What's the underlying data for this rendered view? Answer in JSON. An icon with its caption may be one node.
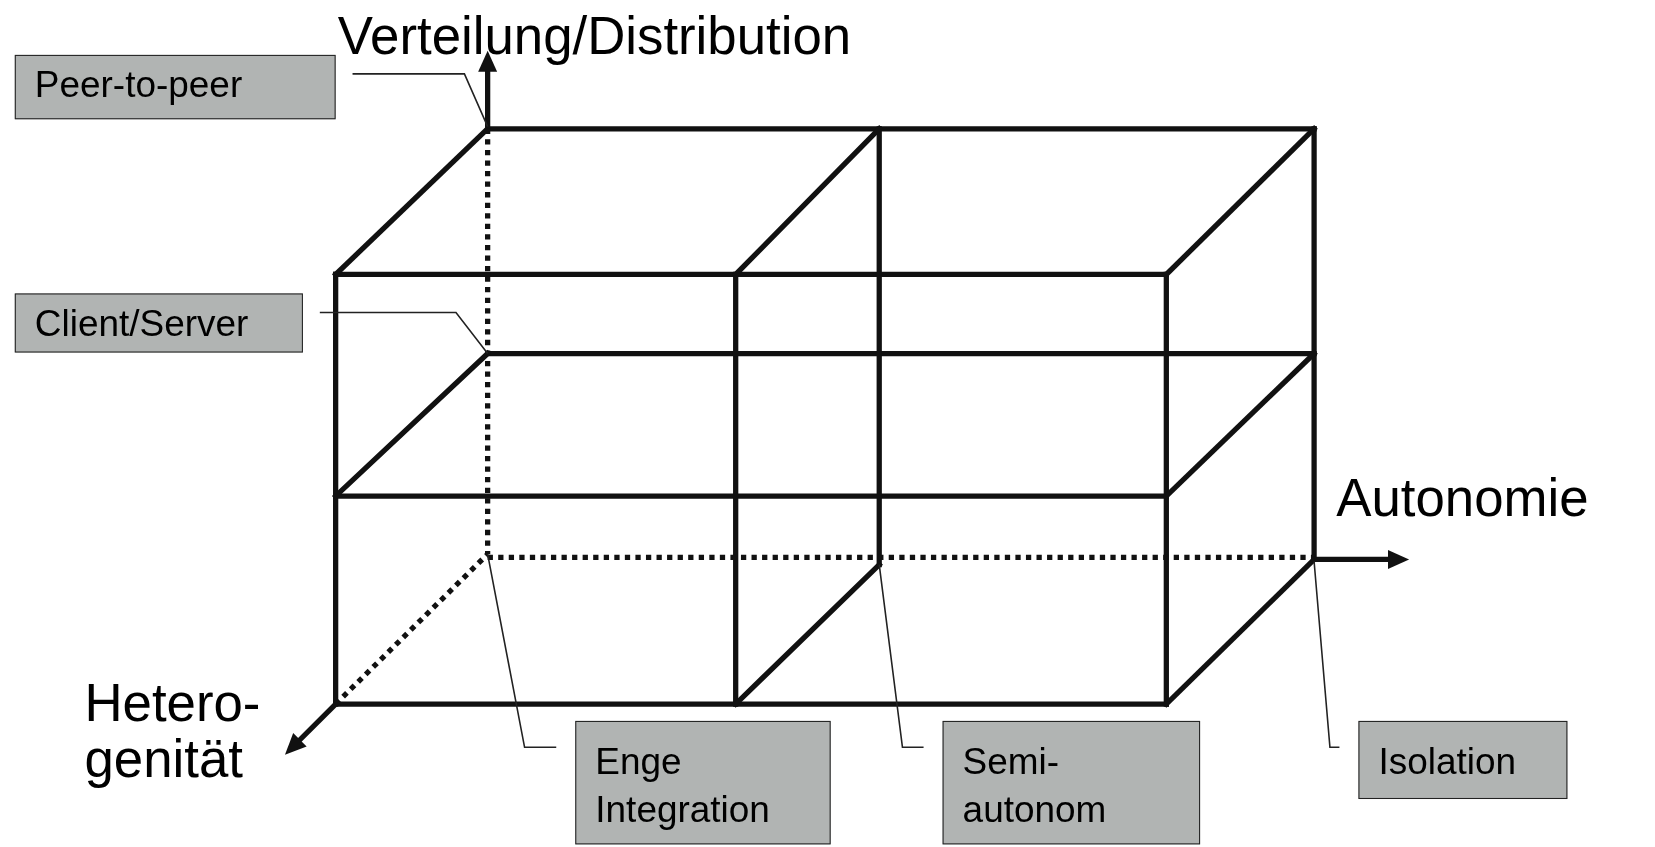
{
  "diagram": {
    "nodes": [
      {
        "text": [
          "Peer-to-peer"
        ]
      },
      {
        "text": [
          "Client/Server"
        ]
      },
      {
        "text": [
          "Enge Integration"
        ]
      },
      {
        "text": [
          "Semi- autonom"
        ]
      },
      {
        "text": [
          "Isolation"
        ]
      }
    ],
    "edges": [
      {
        "from": 0,
        "to": null,
        "arrow": "none"
      },
      {
        "from": 1,
        "to": null,
        "arrow": "none"
      },
      {
        "from": 2,
        "to": null,
        "arrow": "none"
      },
      {
        "from": 3,
        "to": null,
        "arrow": "none"
      },
      {
        "from": 4,
        "to": null,
        "arrow": "none"
      }
    ],
    "labels": [
      "Verteilung/Distribution",
      "Autonomie",
      "Hetero- genität"
    ]
  }
}
